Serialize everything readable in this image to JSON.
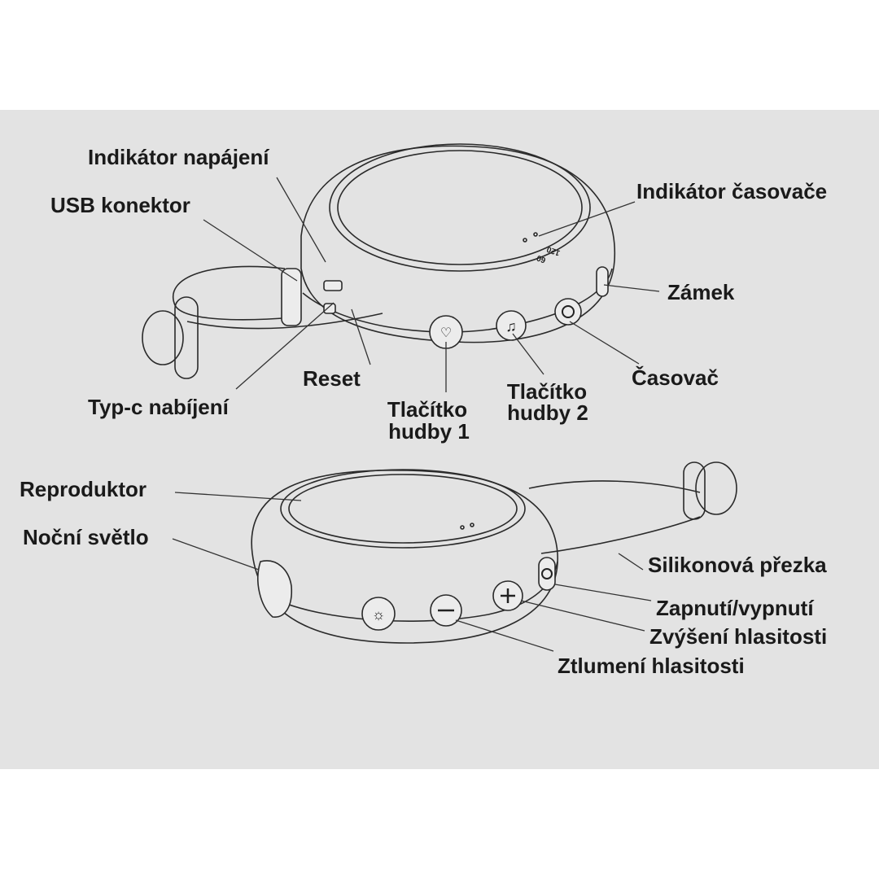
{
  "colors": {
    "background": "#ffffff",
    "photo": "#e3e3e3",
    "ink": "#1a1a1a"
  },
  "top_device": {
    "labels": {
      "power_indicator": "Indikátor napájení",
      "usb_connector": "USB konektor",
      "timer_indicator": "Indikátor časovače",
      "lock": "Zámek",
      "reset": "Reset",
      "timer": "Časovač",
      "typec_charging": "Typ-c nabíjení",
      "music_button_1": [
        "Tlačítko",
        "hudby 1"
      ],
      "music_button_2": [
        "Tlačítko",
        "hudby 2"
      ]
    },
    "timer_marks": [
      "60",
      "120"
    ]
  },
  "bottom_device": {
    "labels": {
      "speaker": "Reproduktor",
      "night_light": "Noční světlo",
      "silicone_buckle": "Silikonová přezka",
      "power_toggle": "Zapnutí/vypnutí",
      "volume_up": "Zvýšení hlasitosti",
      "volume_down": "Ztlumení hlasitosti"
    }
  }
}
